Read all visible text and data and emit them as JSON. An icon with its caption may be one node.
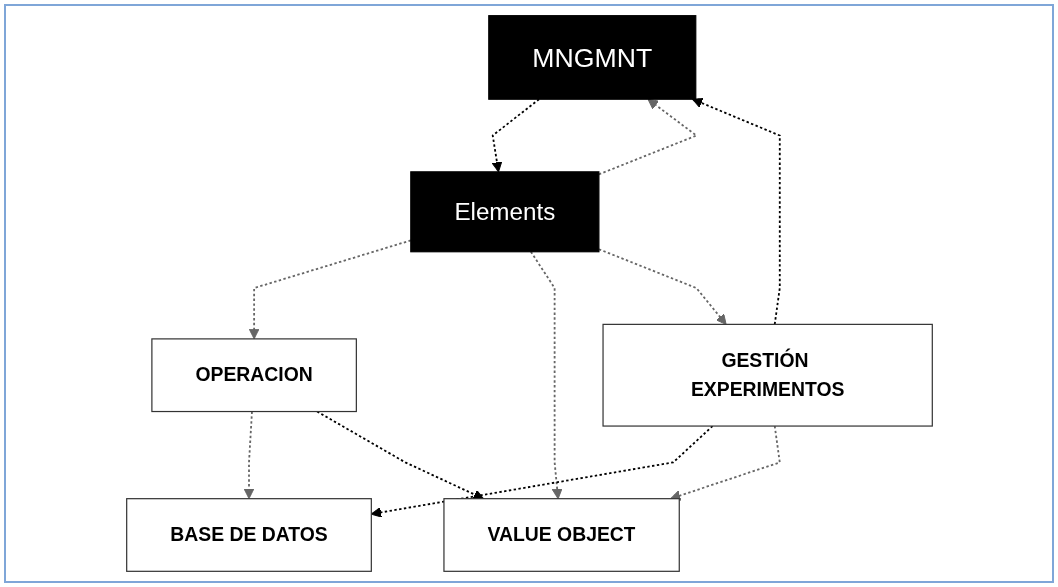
{
  "diagram": {
    "nodes": [
      {
        "text": [
          "MNGMNT"
        ]
      },
      {
        "text": [
          "Elements"
        ]
      },
      {
        "text": [
          "GESTIÓN EXPERIMENTOS"
        ]
      },
      {
        "text": [
          "BASE DE DATOS"
        ]
      },
      {
        "text": [
          "OPERACION"
        ]
      },
      {
        "text": [
          "VALUE OBJECT"
        ]
      }
    ],
    "edges": [
      {
        "from": 2,
        "to": 0,
        "arrow": "to",
        "style": "dashed",
        "color": "#000000"
      },
      {
        "from": 0,
        "to": 1,
        "arrow": "to",
        "style": "dashed",
        "color": "#000000"
      },
      {
        "from": 1,
        "to": 0,
        "arrow": "to",
        "style": "dashed"
      },
      {
        "from": 1,
        "to": 4,
        "arrow": "to",
        "style": "dashed"
      },
      {
        "from": 1,
        "to": 5,
        "arrow": "to",
        "style": "dashed"
      },
      {
        "from": 1,
        "to": 2,
        "arrow": "to",
        "style": "dashed"
      },
      {
        "from": 2,
        "to": 3,
        "arrow": "to",
        "style": "dashed",
        "color": "#000000"
      },
      {
        "from": 4,
        "to": 3,
        "arrow": "to",
        "style": "dashed"
      },
      {
        "from": 4,
        "to": 5,
        "arrow": "to",
        "style": "dashed",
        "color": "#000000"
      },
      {
        "from": 2,
        "to": 5,
        "arrow": "to",
        "style": "dashed"
      }
    ]
  }
}
